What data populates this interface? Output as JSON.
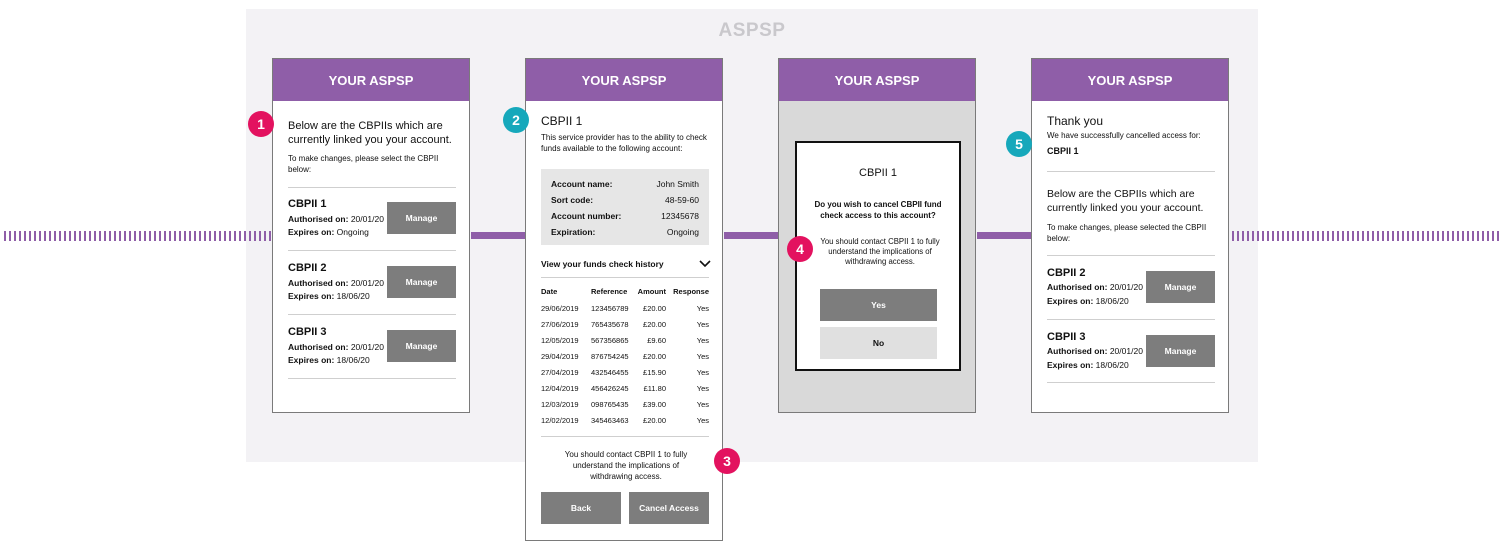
{
  "canvas_title": "ASPSP",
  "header_label": "YOUR ASPSP",
  "screen1": {
    "badge": "1",
    "intro": "Below are the CBPIIs which are currently linked you your account.",
    "instruction": "To make changes, please select the CBPII below:",
    "items": [
      {
        "name": "CBPII 1",
        "auth_label": "Authorised on:",
        "auth_value": "20/01/20",
        "exp_label": "Expires on:",
        "exp_value": "Ongoing",
        "button": "Manage"
      },
      {
        "name": "CBPII 2",
        "auth_label": "Authorised on:",
        "auth_value": "20/01/20",
        "exp_label": "Expires on:",
        "exp_value": "18/06/20",
        "button": "Manage"
      },
      {
        "name": "CBPII 3",
        "auth_label": "Authorised on:",
        "auth_value": "20/01/20",
        "exp_label": "Expires on:",
        "exp_value": "18/06/20",
        "button": "Manage"
      }
    ]
  },
  "screen2": {
    "badge": "2",
    "title": "CBPII 1",
    "description": "This service provider has to the ability to check funds available to the following account:",
    "account": [
      {
        "label": "Account name:",
        "value": "John Smith"
      },
      {
        "label": "Sort code:",
        "value": "48-59-60"
      },
      {
        "label": "Account number:",
        "value": "12345678"
      },
      {
        "label": "Expiration:",
        "value": "Ongoing"
      }
    ],
    "history_label": "View your funds check history",
    "table_headers": [
      "Date",
      "Reference",
      "Amount",
      "Response"
    ],
    "rows": [
      [
        "29/06/2019",
        "123456789",
        "£20.00",
        "Yes"
      ],
      [
        "27/06/2019",
        "765435678",
        "£20.00",
        "Yes"
      ],
      [
        "12/05/2019",
        "567356865",
        "£9.60",
        "Yes"
      ],
      [
        "29/04/2019",
        "876754245",
        "£20.00",
        "Yes"
      ],
      [
        "27/04/2019",
        "432546455",
        "£15.90",
        "Yes"
      ],
      [
        "12/04/2019",
        "456426245",
        "£11.80",
        "Yes"
      ],
      [
        "12/03/2019",
        "098765435",
        "£39.00",
        "Yes"
      ],
      [
        "12/02/2019",
        "345463463",
        "£20.00",
        "Yes"
      ]
    ],
    "contact_note": "You should contact CBPII 1 to fully understand the implications of withdrawing access.",
    "badge3": "3",
    "back_button": "Back",
    "cancel_button": "Cancel Access"
  },
  "screen3": {
    "badge": "4",
    "modal_title": "CBPII 1",
    "question": "Do you wish to cancel CBPII fund check access to this account?",
    "note": "You should contact CBPII 1 to fully understand the implications of withdrawing access.",
    "yes_button": "Yes",
    "no_button": "No"
  },
  "screen4": {
    "badge": "5",
    "thanks": "Thank you",
    "cancelled_line": "We have successfully cancelled access for:",
    "cancelled_name": "CBPII 1",
    "intro": "Below are the CBPIIs which are currently linked you your account.",
    "instruction": "To make changes, please selected the CBPII below:",
    "items": [
      {
        "name": "CBPII 2",
        "auth_label": "Authorised on:",
        "auth_value": "20/01/20",
        "exp_label": "Expires on:",
        "exp_value": "18/06/20",
        "button": "Manage"
      },
      {
        "name": "CBPII 3",
        "auth_label": "Authorised on:",
        "auth_value": "20/01/20",
        "exp_label": "Expires on:",
        "exp_value": "18/06/20",
        "button": "Manage"
      }
    ]
  }
}
